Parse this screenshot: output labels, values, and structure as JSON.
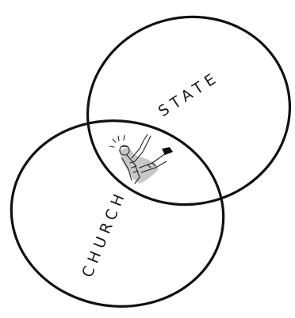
{
  "diagram": {
    "type": "venn",
    "sets": [
      {
        "id": "state",
        "label": "STATE"
      },
      {
        "id": "church",
        "label": "CHURCH"
      }
    ],
    "intersection_figure": "person-trapped-in-overlap",
    "stroke_color": "#111111",
    "background_color": "#ffffff"
  }
}
